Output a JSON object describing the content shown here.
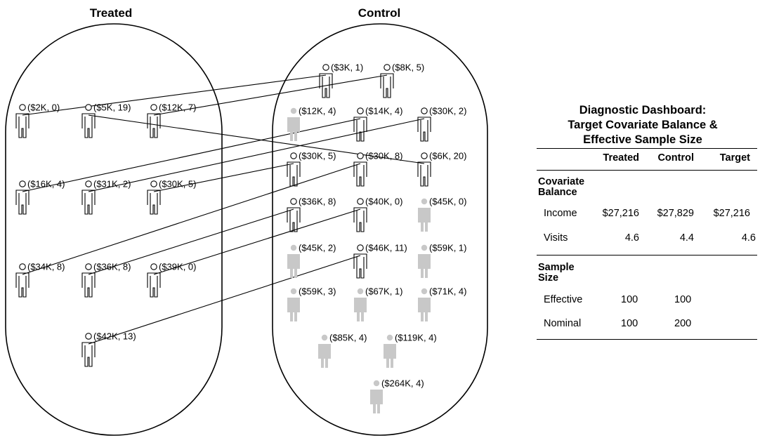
{
  "groups": {
    "treated_title": "Treated",
    "control_title": "Control"
  },
  "treated_units": [
    {
      "label": "($2K, 0)"
    },
    {
      "label": "($5K, 19)"
    },
    {
      "label": "($12K, 7)"
    },
    {
      "label": "($16K, 4)"
    },
    {
      "label": "($31K, 2)"
    },
    {
      "label": "($30K, 5)"
    },
    {
      "label": "($34K, 8)"
    },
    {
      "label": "($36K, 8)"
    },
    {
      "label": "($39K, 0)"
    },
    {
      "label": "($42K, 13)"
    }
  ],
  "control_units": [
    {
      "label": "($3K, 1)",
      "matched": true
    },
    {
      "label": "($8K, 5)",
      "matched": true
    },
    {
      "label": "($12K, 4)",
      "matched": false
    },
    {
      "label": "($14K, 4)",
      "matched": true
    },
    {
      "label": "($30K, 2)",
      "matched": true
    },
    {
      "label": "($30K, 5)",
      "matched": true
    },
    {
      "label": "($30K, 8)",
      "matched": true
    },
    {
      "label": "($6K, 20)",
      "matched": true
    },
    {
      "label": "($36K, 8)",
      "matched": true
    },
    {
      "label": "($40K, 0)",
      "matched": true
    },
    {
      "label": "($45K, 0)",
      "matched": false
    },
    {
      "label": "($45K, 2)",
      "matched": false
    },
    {
      "label": "($46K, 11)",
      "matched": true
    },
    {
      "label": "($59K, 1)",
      "matched": false
    },
    {
      "label": "($59K, 3)",
      "matched": false
    },
    {
      "label": "($67K, 1)",
      "matched": false
    },
    {
      "label": "($71K, 4)",
      "matched": false
    },
    {
      "label": "($85K, 4)",
      "matched": false
    },
    {
      "label": "($119K, 4)",
      "matched": false
    },
    {
      "label": "($264K, 4)",
      "matched": false
    }
  ],
  "matches": [
    {
      "treated": "($2K, 0)",
      "control": "($3K, 1)"
    },
    {
      "treated": "($5K, 19)",
      "control": "($6K, 20)"
    },
    {
      "treated": "($12K, 7)",
      "control": "($8K, 5)"
    },
    {
      "treated": "($16K, 4)",
      "control": "($14K, 4)"
    },
    {
      "treated": "($31K, 2)",
      "control": "($30K, 2)"
    },
    {
      "treated": "($30K, 5)",
      "control": "($30K, 5)"
    },
    {
      "treated": "($34K, 8)",
      "control": "($30K, 8)"
    },
    {
      "treated": "($36K, 8)",
      "control": "($36K, 8)"
    },
    {
      "treated": "($39K, 0)",
      "control": "($40K, 0)"
    },
    {
      "treated": "($42K, 13)",
      "control": "($46K, 11)"
    }
  ],
  "dashboard": {
    "title_line1": "Diagnostic Dashboard:",
    "title_line2": "Target Covariate Balance &",
    "title_line3": "Effective Sample Size",
    "columns": [
      "Treated",
      "Control",
      "Target"
    ],
    "section_balance": "Covariate Balance",
    "section_balance_l1": "Covariate",
    "section_balance_l2": "Balance",
    "income_label": "Income",
    "income_values": [
      "$27,216",
      "$27,829",
      "$27,216"
    ],
    "visits_label": "Visits",
    "visits_values": [
      "4.6",
      "4.4",
      "4.6"
    ],
    "section_size_l1": "Sample",
    "section_size_l2": "Size",
    "effective_label": "Effective",
    "effective_values": [
      "100",
      "100"
    ],
    "nominal_label": "Nominal",
    "nominal_values": [
      "100",
      "200"
    ]
  },
  "colors": {
    "line": "#000000",
    "unmatched": "#c8c8c8"
  }
}
